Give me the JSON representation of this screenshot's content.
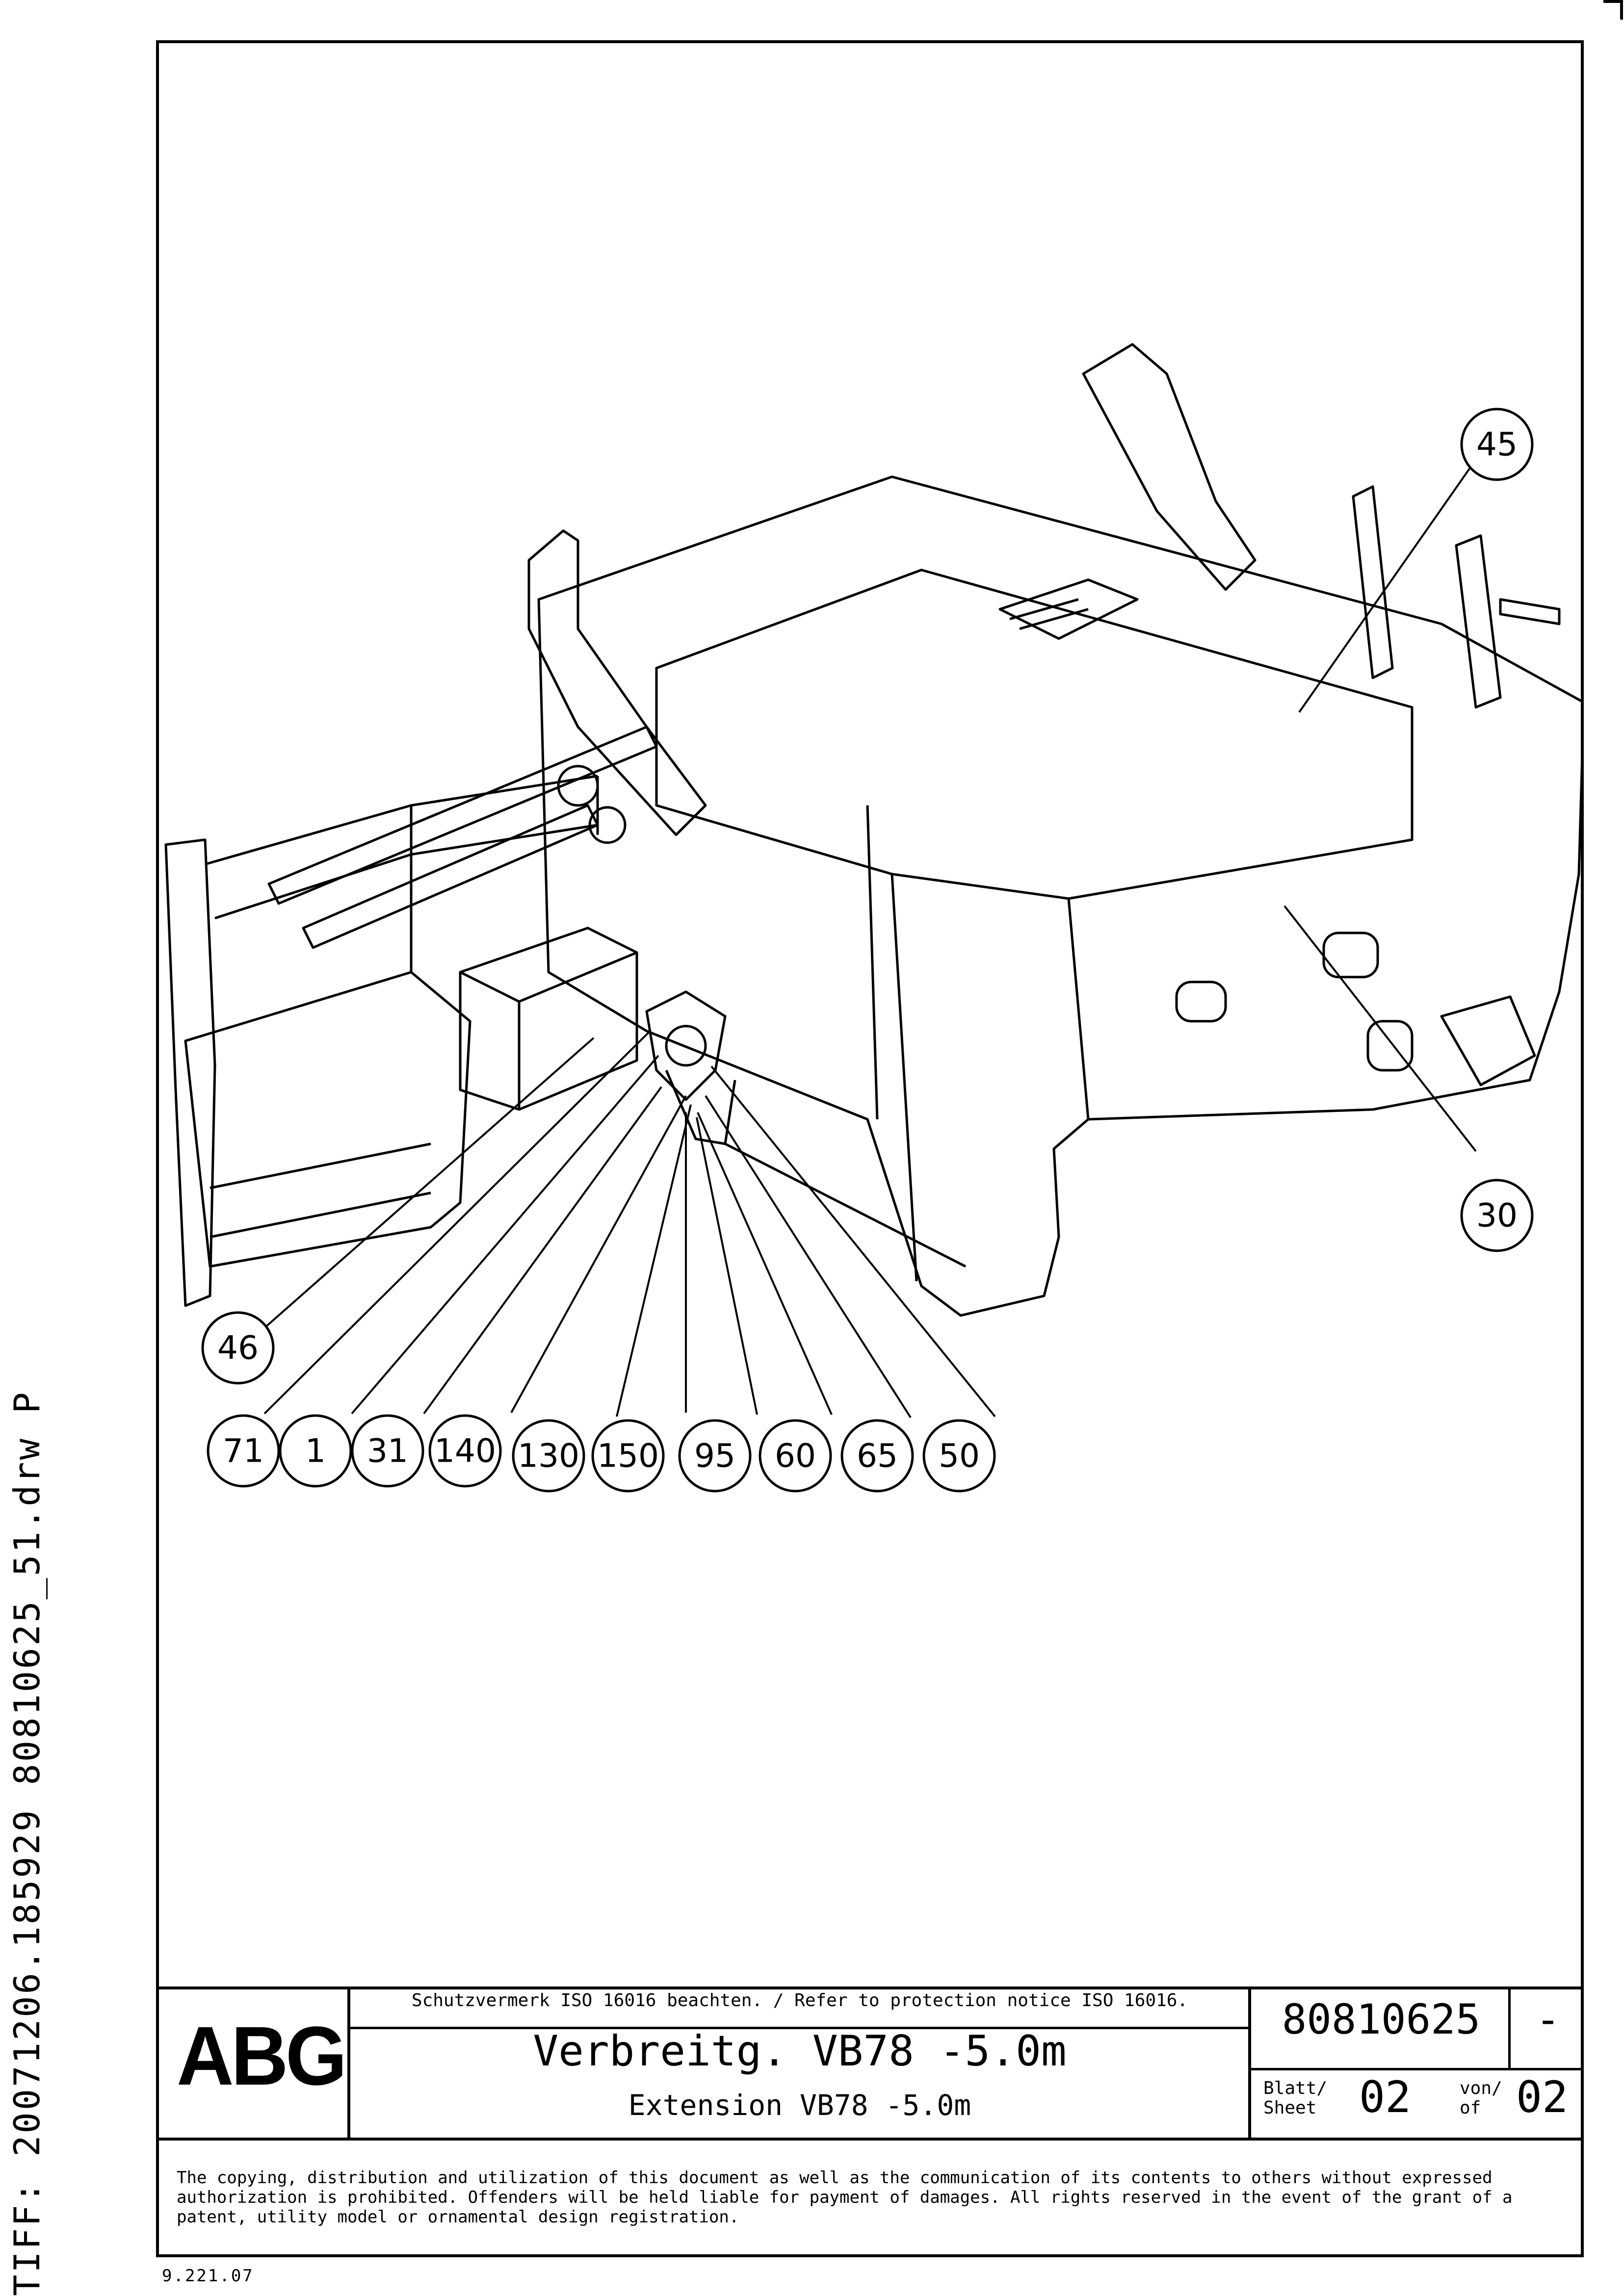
{
  "sidebar": {
    "text": "TIFF:  20071206.185929  80810625_51.drw  P"
  },
  "callouts": {
    "c45": "45",
    "c30": "30",
    "c46": "46",
    "c71": "71",
    "c1": "1",
    "c31": "31",
    "c140": "140",
    "c130": "130",
    "c150": "150",
    "c95": "95",
    "c60": "60",
    "c65": "65",
    "c50": "50"
  },
  "title_block": {
    "logo": "ABG",
    "protection_notice": "Schutzvermerk ISO 16016 beachten. / Refer to protection notice ISO 16016.",
    "title_de": "Verbreitg. VB78 -5.0m",
    "title_en": "Extension VB78 -5.0m",
    "document_number": "80810625",
    "revision": "-",
    "sheet_label_1": "Blatt/",
    "sheet_label_2": "Sheet",
    "sheet_number": "02",
    "of_label_1": "von/",
    "of_label_2": "of",
    "sheet_total": "02",
    "copyright": "The copying, distribution and utilization of this document as well as the communication of its contents to others without expressed authorization is prohibited. Offenders will be held liable for payment of damages. All rights reserved in the event of the grant of a patent, utility model or ornamental design registration."
  },
  "form_code": "9.221.07"
}
